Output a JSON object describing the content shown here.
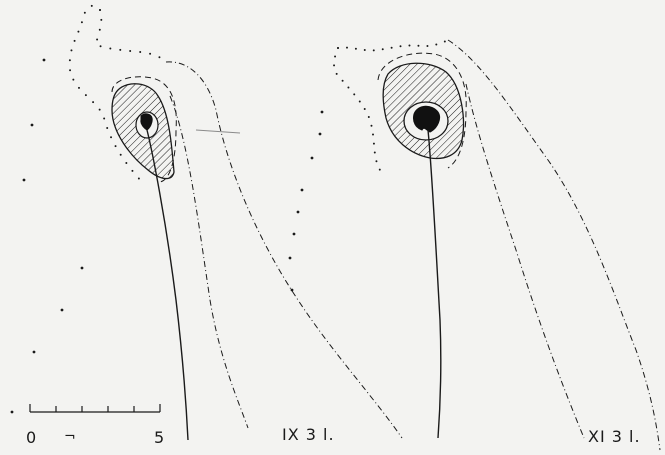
{
  "colors": {
    "background": "#f3f3f1",
    "ink": "#1a1a1a"
  },
  "scale_bar": {
    "label_start": "0",
    "label_end": "5",
    "label_mark": "¬"
  },
  "panels": [
    {
      "label": "IX 3 l."
    },
    {
      "label": "XI 3 l."
    }
  ]
}
